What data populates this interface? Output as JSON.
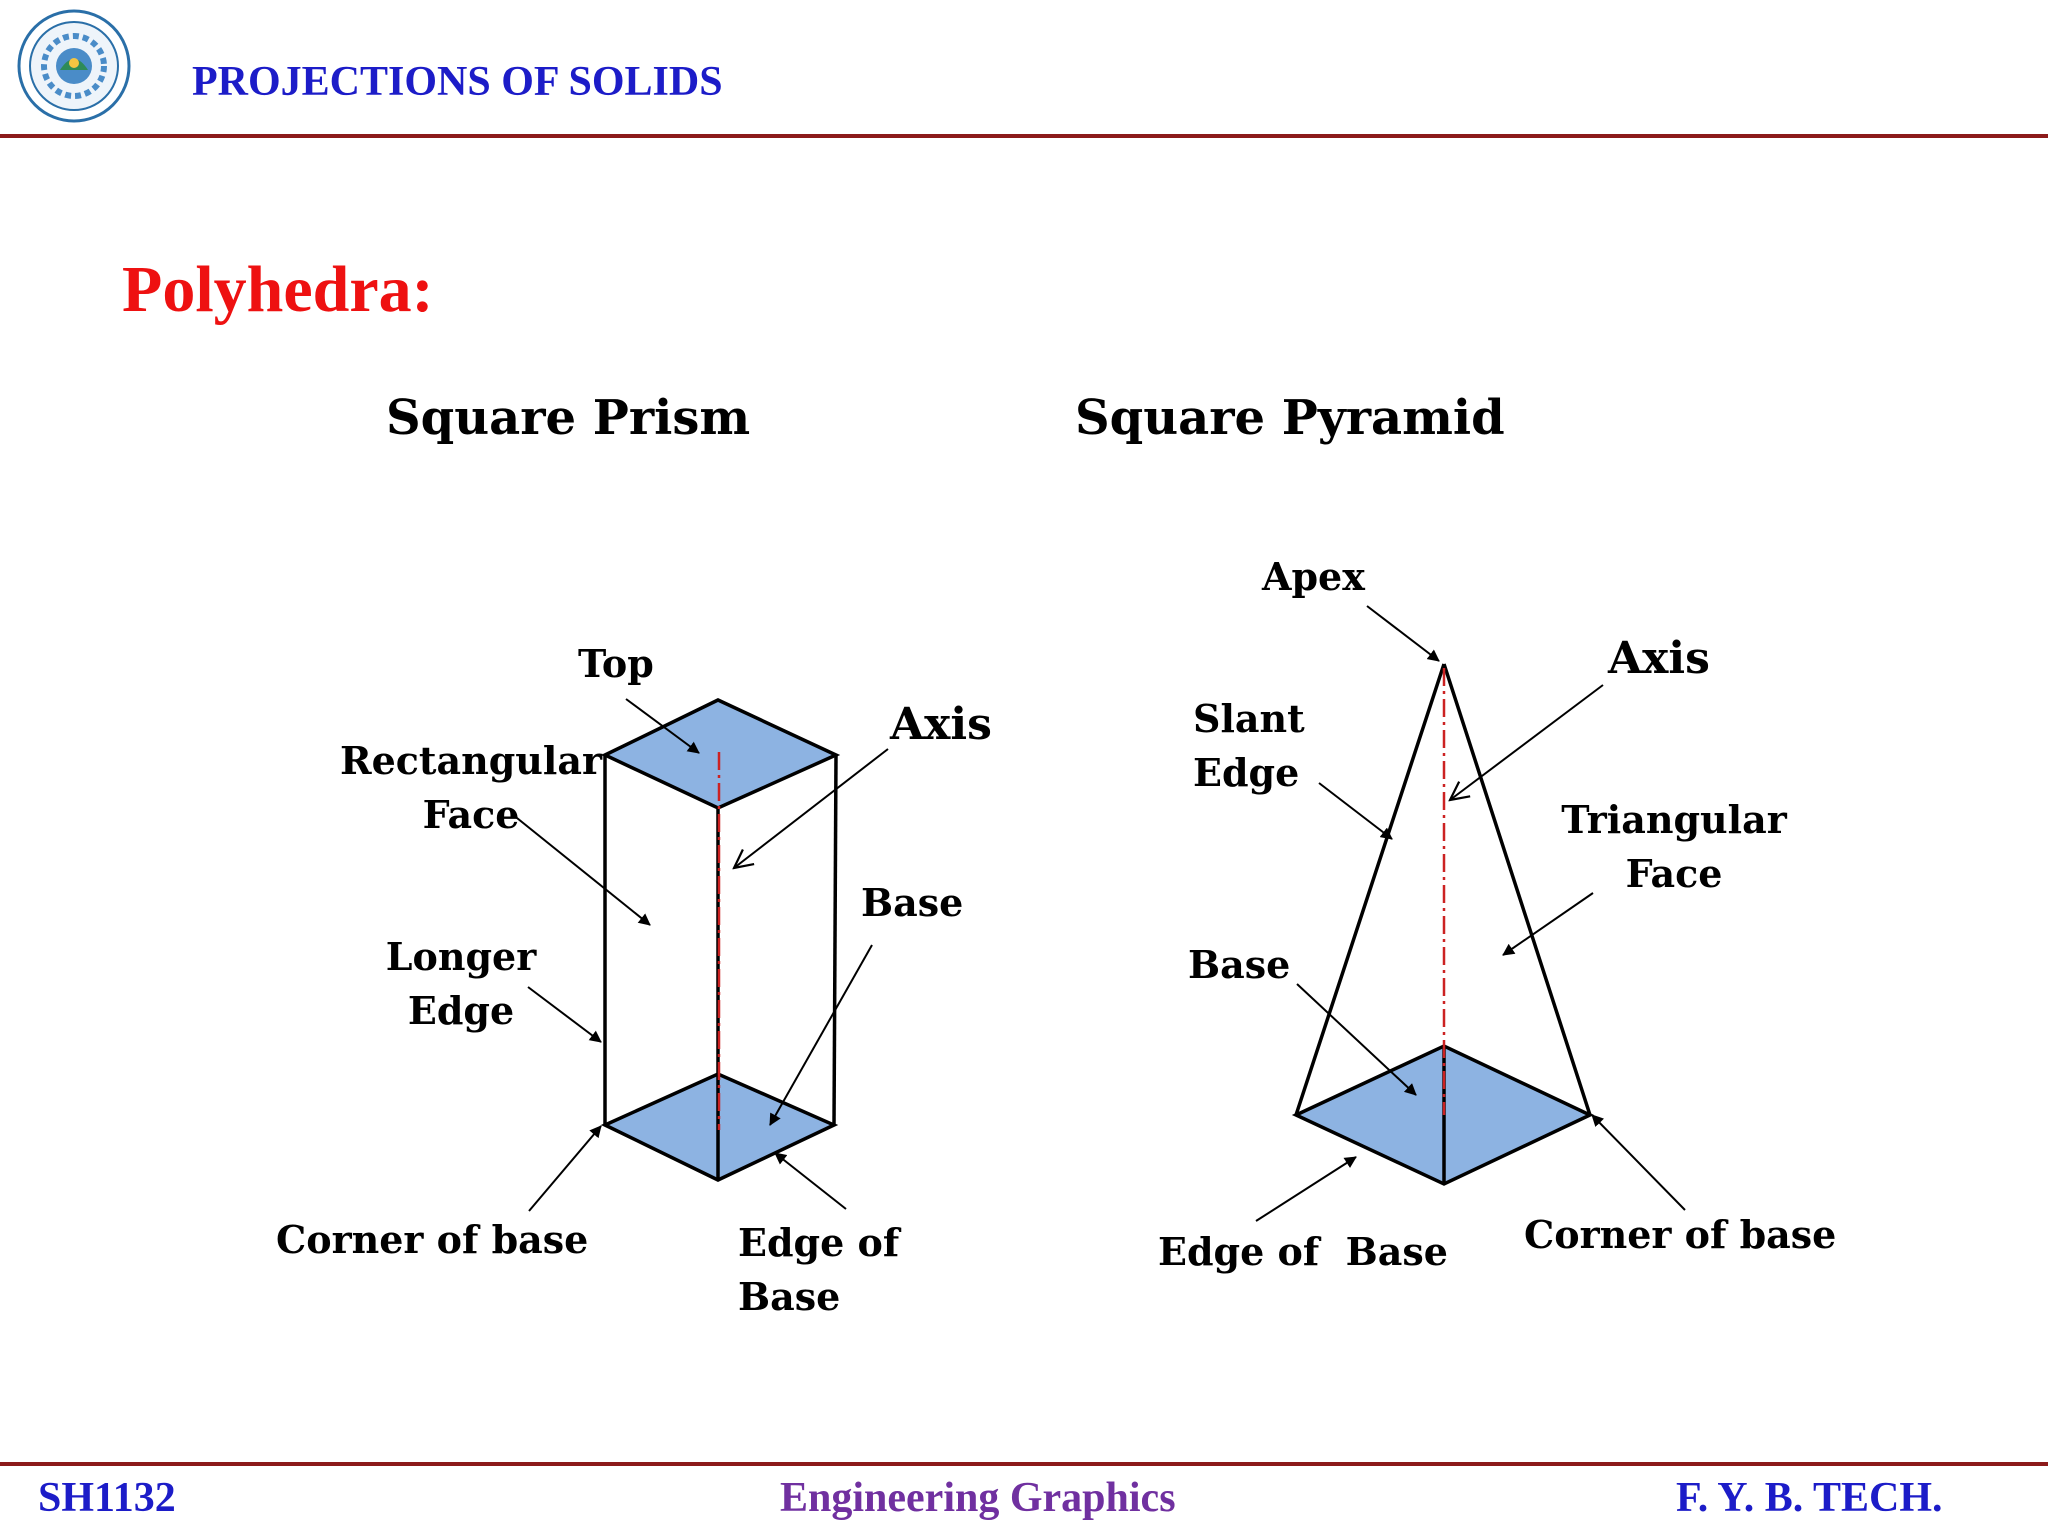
{
  "header": {
    "title": "PROJECTIONS OF SOLIDS",
    "logo_icon": "institute-seal-logo"
  },
  "section_title": "Polyhedra:",
  "prism": {
    "title": "Square Prism",
    "labels": {
      "top": "Top",
      "rectangular_face": [
        "Rectangular",
        "Face"
      ],
      "axis": "Axis",
      "base": "Base",
      "longer_edge": [
        "Longer",
        "Edge"
      ],
      "corner_of_base": "Corner of base",
      "edge_of_base": [
        "Edge of",
        "Base"
      ]
    }
  },
  "pyramid": {
    "title": "Square Pyramid",
    "labels": {
      "apex": "Apex",
      "axis": "Axis",
      "slant_edge": [
        "Slant",
        "Edge"
      ],
      "triangular_face": [
        "Triangular",
        "Face"
      ],
      "base": "Base",
      "edge_of_base": "Edge of  Base",
      "corner_of_base": "Corner of base"
    }
  },
  "footer": {
    "left": "SH1132",
    "center": "Engineering Graphics",
    "right": "F. Y. B. TECH."
  },
  "colors": {
    "header_text": "#1c1cc8",
    "section_title": "#ee1111",
    "rule": "#8c1a1a",
    "face_fill": "#8db3e2",
    "axis_line": "#cc2222",
    "footer_left": "#1c1cc8",
    "footer_center": "#7030a0",
    "footer_right": "#1c1cc8"
  }
}
